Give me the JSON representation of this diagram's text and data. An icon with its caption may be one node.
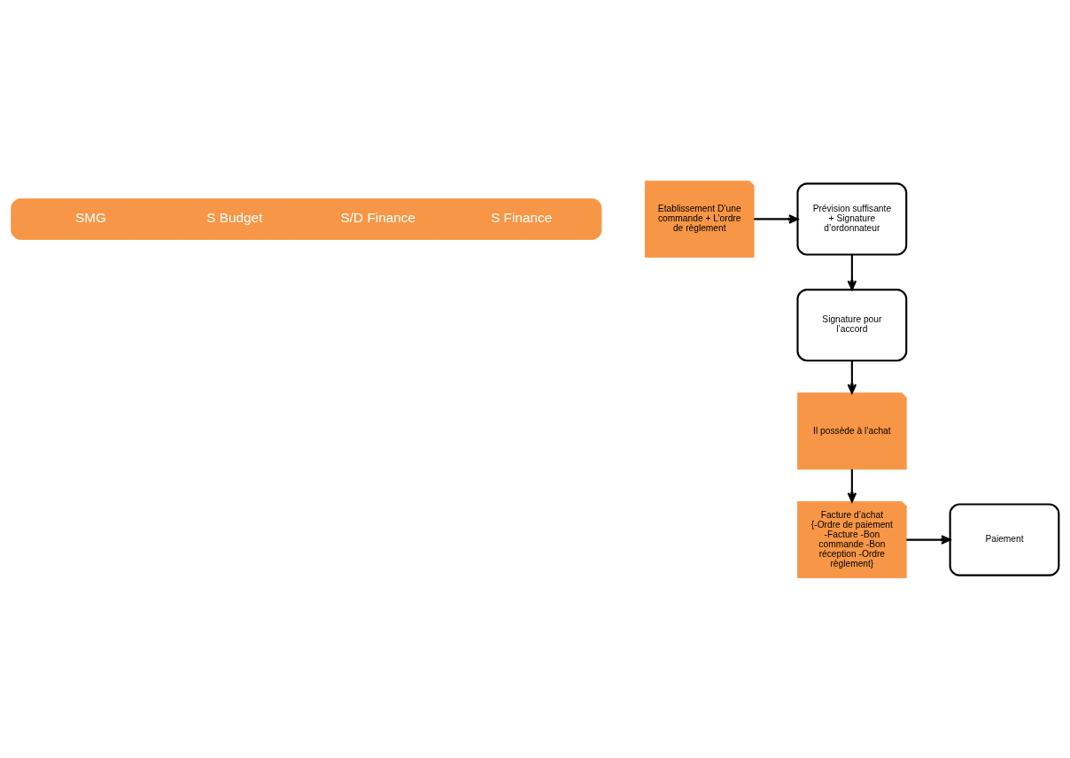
{
  "diagram": {
    "nodes": [
      {
        "text": [
          "SMG",
          "S Budget",
          "S/D Finance",
          "S Finance"
        ]
      },
      {
        "text": [
          "Etablissement D’une commande + L’ordre de règlement"
        ]
      },
      {
        "text": [
          "Prévision suffisante + Signature d’ordonnateur"
        ]
      },
      {
        "text": [
          "Signature pour l’accord"
        ]
      },
      {
        "text": [
          "Il possède à l’achat"
        ]
      },
      {
        "text": [
          "Facture d’achat",
          "{-Ordre de paiement -Facture -Bon commande -Bon réception -Ordre règlement}"
        ]
      },
      {
        "text": [
          "Paiement"
        ]
      }
    ],
    "edges": [
      {
        "from": 1,
        "to": 2,
        "arrow": "to"
      },
      {
        "from": 2,
        "to": 3,
        "arrow": "to"
      },
      {
        "from": 3,
        "to": 4,
        "arrow": "to"
      },
      {
        "from": 4,
        "to": 5,
        "arrow": "to"
      },
      {
        "from": 5,
        "to": 6,
        "arrow": "to"
      }
    ]
  }
}
